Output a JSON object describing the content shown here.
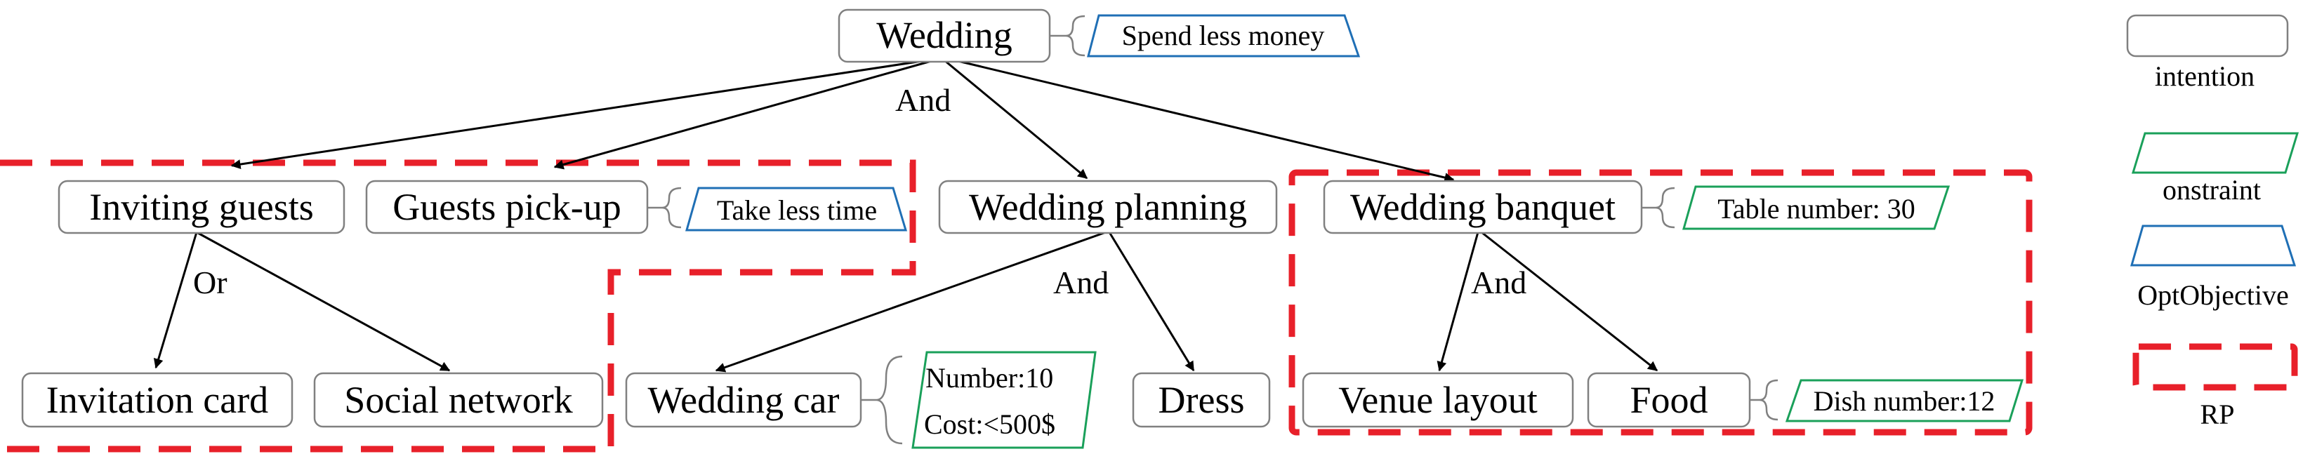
{
  "goals": {
    "wedding": "Wedding",
    "inviting_guests": "Inviting guests",
    "guests_pickup": "Guests pick-up",
    "wedding_planning": "Wedding planning",
    "wedding_banquet": "Wedding banquet",
    "invitation_card": "Invitation card",
    "social_network": "Social network",
    "wedding_car": "Wedding car",
    "dress": "Dress",
    "venue_layout": "Venue layout",
    "food": "Food"
  },
  "decompositions": {
    "wedding": "And",
    "inviting_guests": "Or",
    "wedding_planning": "And",
    "wedding_banquet": "And"
  },
  "objectives": {
    "wedding": "Spend less money",
    "guests_pickup": "Take less time"
  },
  "constraints": {
    "wedding_banquet": "Table number: 30",
    "wedding_car_line1": "Number:10",
    "wedding_car_line2": "Cost:<500$",
    "food": "Dish number:12"
  },
  "legend": {
    "intention": "intention",
    "constraint": "onstraint",
    "objective": "OptObjective",
    "rp": "RP"
  },
  "colors": {
    "node_border": "#808080",
    "constraint": "#1aa05a",
    "objective": "#1f6fb5",
    "rp": "#e8202a",
    "edge": "#000000"
  }
}
